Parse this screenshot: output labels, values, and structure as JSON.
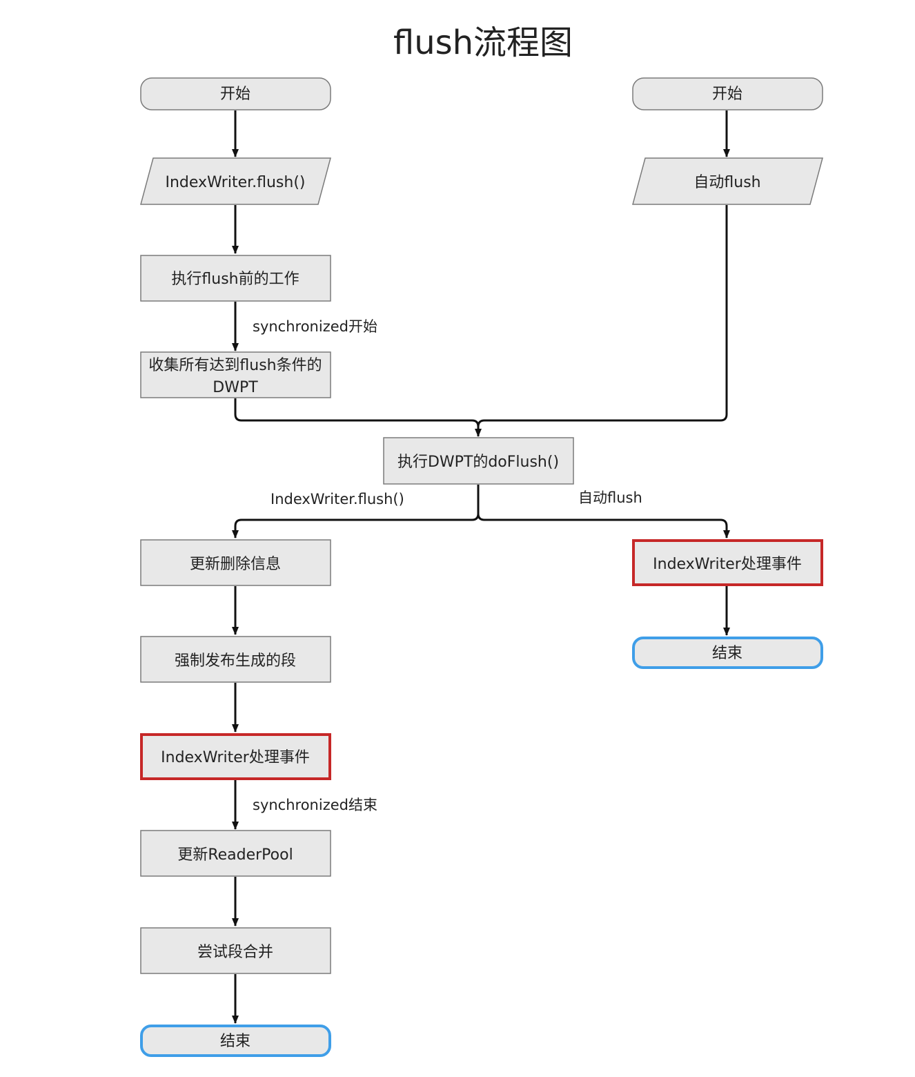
{
  "title": "flush流程图",
  "colors": {
    "node_fill": "#e8e8e8",
    "node_stroke": "#7a7a7a",
    "highlight_red": "#c62828",
    "highlight_blue": "#3f9ee8",
    "edge": "#111111"
  },
  "nodes": {
    "start_left": "开始",
    "flush_call": "IndexWriter.flush()",
    "pre_flush": "执行flush前的工作",
    "collect_dwpt_line1": "收集所有达到flush条件的",
    "collect_dwpt_line2": "DWPT",
    "do_flush": "执行DWPT的doFlush()",
    "update_deletes": "更新删除信息",
    "force_publish": "强制发布生成的段",
    "process_events_left": "IndexWriter处理事件",
    "update_reader_pool": "更新ReaderPool",
    "try_merge": "尝试段合并",
    "end_left": "结束",
    "start_right": "开始",
    "auto_flush": "自动flush",
    "process_events_right": "IndexWriter处理事件",
    "end_right": "结束"
  },
  "edge_labels": {
    "sync_start": "synchronized开始",
    "sync_end": "synchronized结束",
    "branch_left": "IndexWriter.flush()",
    "branch_right": "自动flush"
  }
}
